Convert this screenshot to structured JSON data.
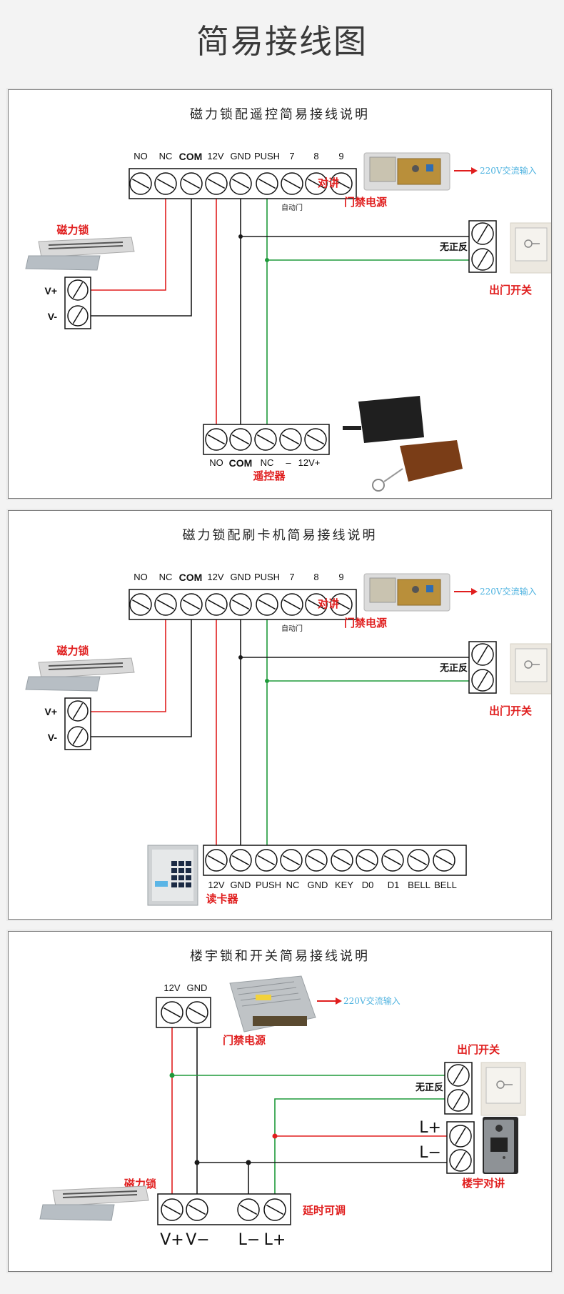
{
  "page": {
    "title": "简易接线图"
  },
  "colors": {
    "red_wire": "#e01e1e",
    "black_wire": "#1a1a1a",
    "green_wire": "#1e9a3a",
    "label_red": "#e01e1e",
    "label_blue": "#4fb3e0"
  },
  "panel1": {
    "title": "磁力锁配遥控简易接线说明",
    "controller_terminals": [
      "NO",
      "NC",
      "COM",
      "12V",
      "GND",
      "PUSH",
      "7",
      "8",
      "9"
    ],
    "auto_door_label": "自动门",
    "intercom_label": "对讲",
    "power_label": "门禁电源",
    "ac_input_label": "220V交流输入",
    "maglock_label": "磁力锁",
    "maglock_terminals": [
      "V+",
      "V-"
    ],
    "exit_polarity_label": "无正反",
    "exit_switch_label": "出门开关",
    "remote_terminals": [
      "NO",
      "COM",
      "NC",
      "–",
      "12V+"
    ],
    "remote_label": "遥控器"
  },
  "panel2": {
    "title": "磁力锁配刷卡机简易接线说明",
    "controller_terminals": [
      "NO",
      "NC",
      "COM",
      "12V",
      "GND",
      "PUSH",
      "7",
      "8",
      "9"
    ],
    "auto_door_label": "自动门",
    "intercom_label": "对讲",
    "power_label": "门禁电源",
    "ac_input_label": "220V交流输入",
    "maglock_label": "磁力锁",
    "maglock_terminals": [
      "V+",
      "V-"
    ],
    "exit_polarity_label": "无正反",
    "exit_switch_label": "出门开关",
    "reader_terminals": [
      "12V",
      "GND",
      "PUSH",
      "NC",
      "GND",
      "KEY",
      "D0",
      "D1",
      "BELL",
      "BELL"
    ],
    "reader_label": "读卡器"
  },
  "panel3": {
    "title": "楼宇锁和开关简易接线说明",
    "psu_terminals": [
      "12V",
      "GND"
    ],
    "ac_input_label": "220V交流输入",
    "power_label": "门禁电源",
    "exit_switch_label": "出门开关",
    "exit_polarity_label": "无正反",
    "intercom_terminals": [
      "L+",
      "L−"
    ],
    "intercom_label": "楼宇对讲",
    "maglock_label": "磁力锁",
    "lock_terminals": [
      "V+",
      "V−",
      "L−",
      "L+"
    ],
    "delay_label": "延时可调"
  }
}
